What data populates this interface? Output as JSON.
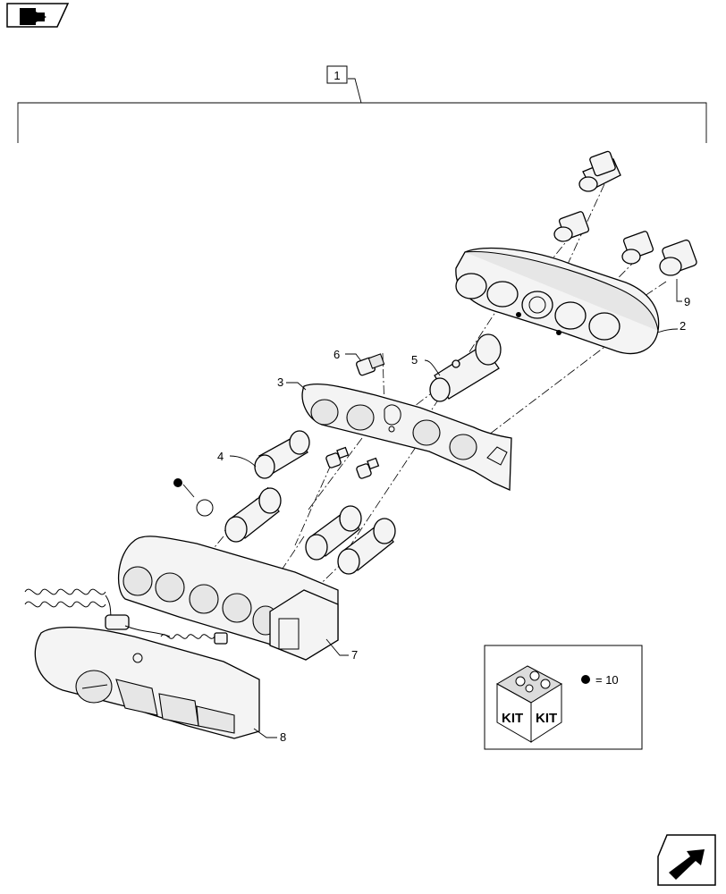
{
  "callouts": {
    "assembly": "1",
    "p2": "2",
    "p3": "3",
    "p4": "4",
    "p5": "5",
    "p6": "6",
    "p7": "7",
    "p8": "8",
    "p9": "9"
  },
  "kit": {
    "text_left": "KIT",
    "text_right": "KIT",
    "legend_equals": "= 10"
  },
  "icons": {
    "top_left": "book-pointer-icon",
    "bottom_right": "navigate-arrow-icon"
  }
}
